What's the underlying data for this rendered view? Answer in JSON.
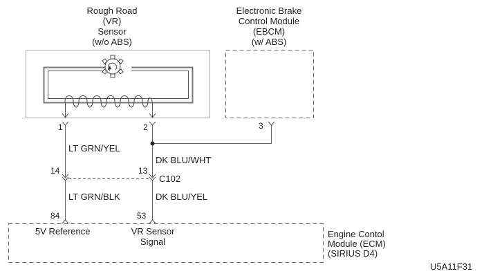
{
  "components": {
    "vr_sensor": {
      "title_lines": [
        "Rough Road",
        "(VR)",
        "Sensor",
        "(w/o ABS)"
      ]
    },
    "ebcm": {
      "title_lines": [
        "Electronic Brake",
        "Control Module",
        "(EBCM)",
        "(w/ ABS)"
      ]
    },
    "ecm": {
      "title_lines": [
        "Engine Contol",
        "Module (ECM)",
        "(SIRIUS D4)"
      ],
      "pin_labels": {
        "ref": "5V Reference",
        "signal_line1": "VR Sensor",
        "signal_line2": "Signal"
      }
    }
  },
  "pins": {
    "sensor_pin1": "1",
    "sensor_pin2": "2",
    "ebcm_pin3": "3",
    "c102_pin14": "14",
    "c102_pin13": "13",
    "ecm_pin84": "84",
    "ecm_pin53": "53"
  },
  "connector": {
    "name": "C102"
  },
  "wires": {
    "upper_left": "LT GRN/YEL",
    "upper_right": "DK BLU/WHT",
    "lower_left": "LT GRN/BLK",
    "lower_right": "DK BLU/YEL"
  },
  "figure_id": "U5A11F31",
  "colors": {
    "line": "#555555",
    "text": "#222222"
  }
}
